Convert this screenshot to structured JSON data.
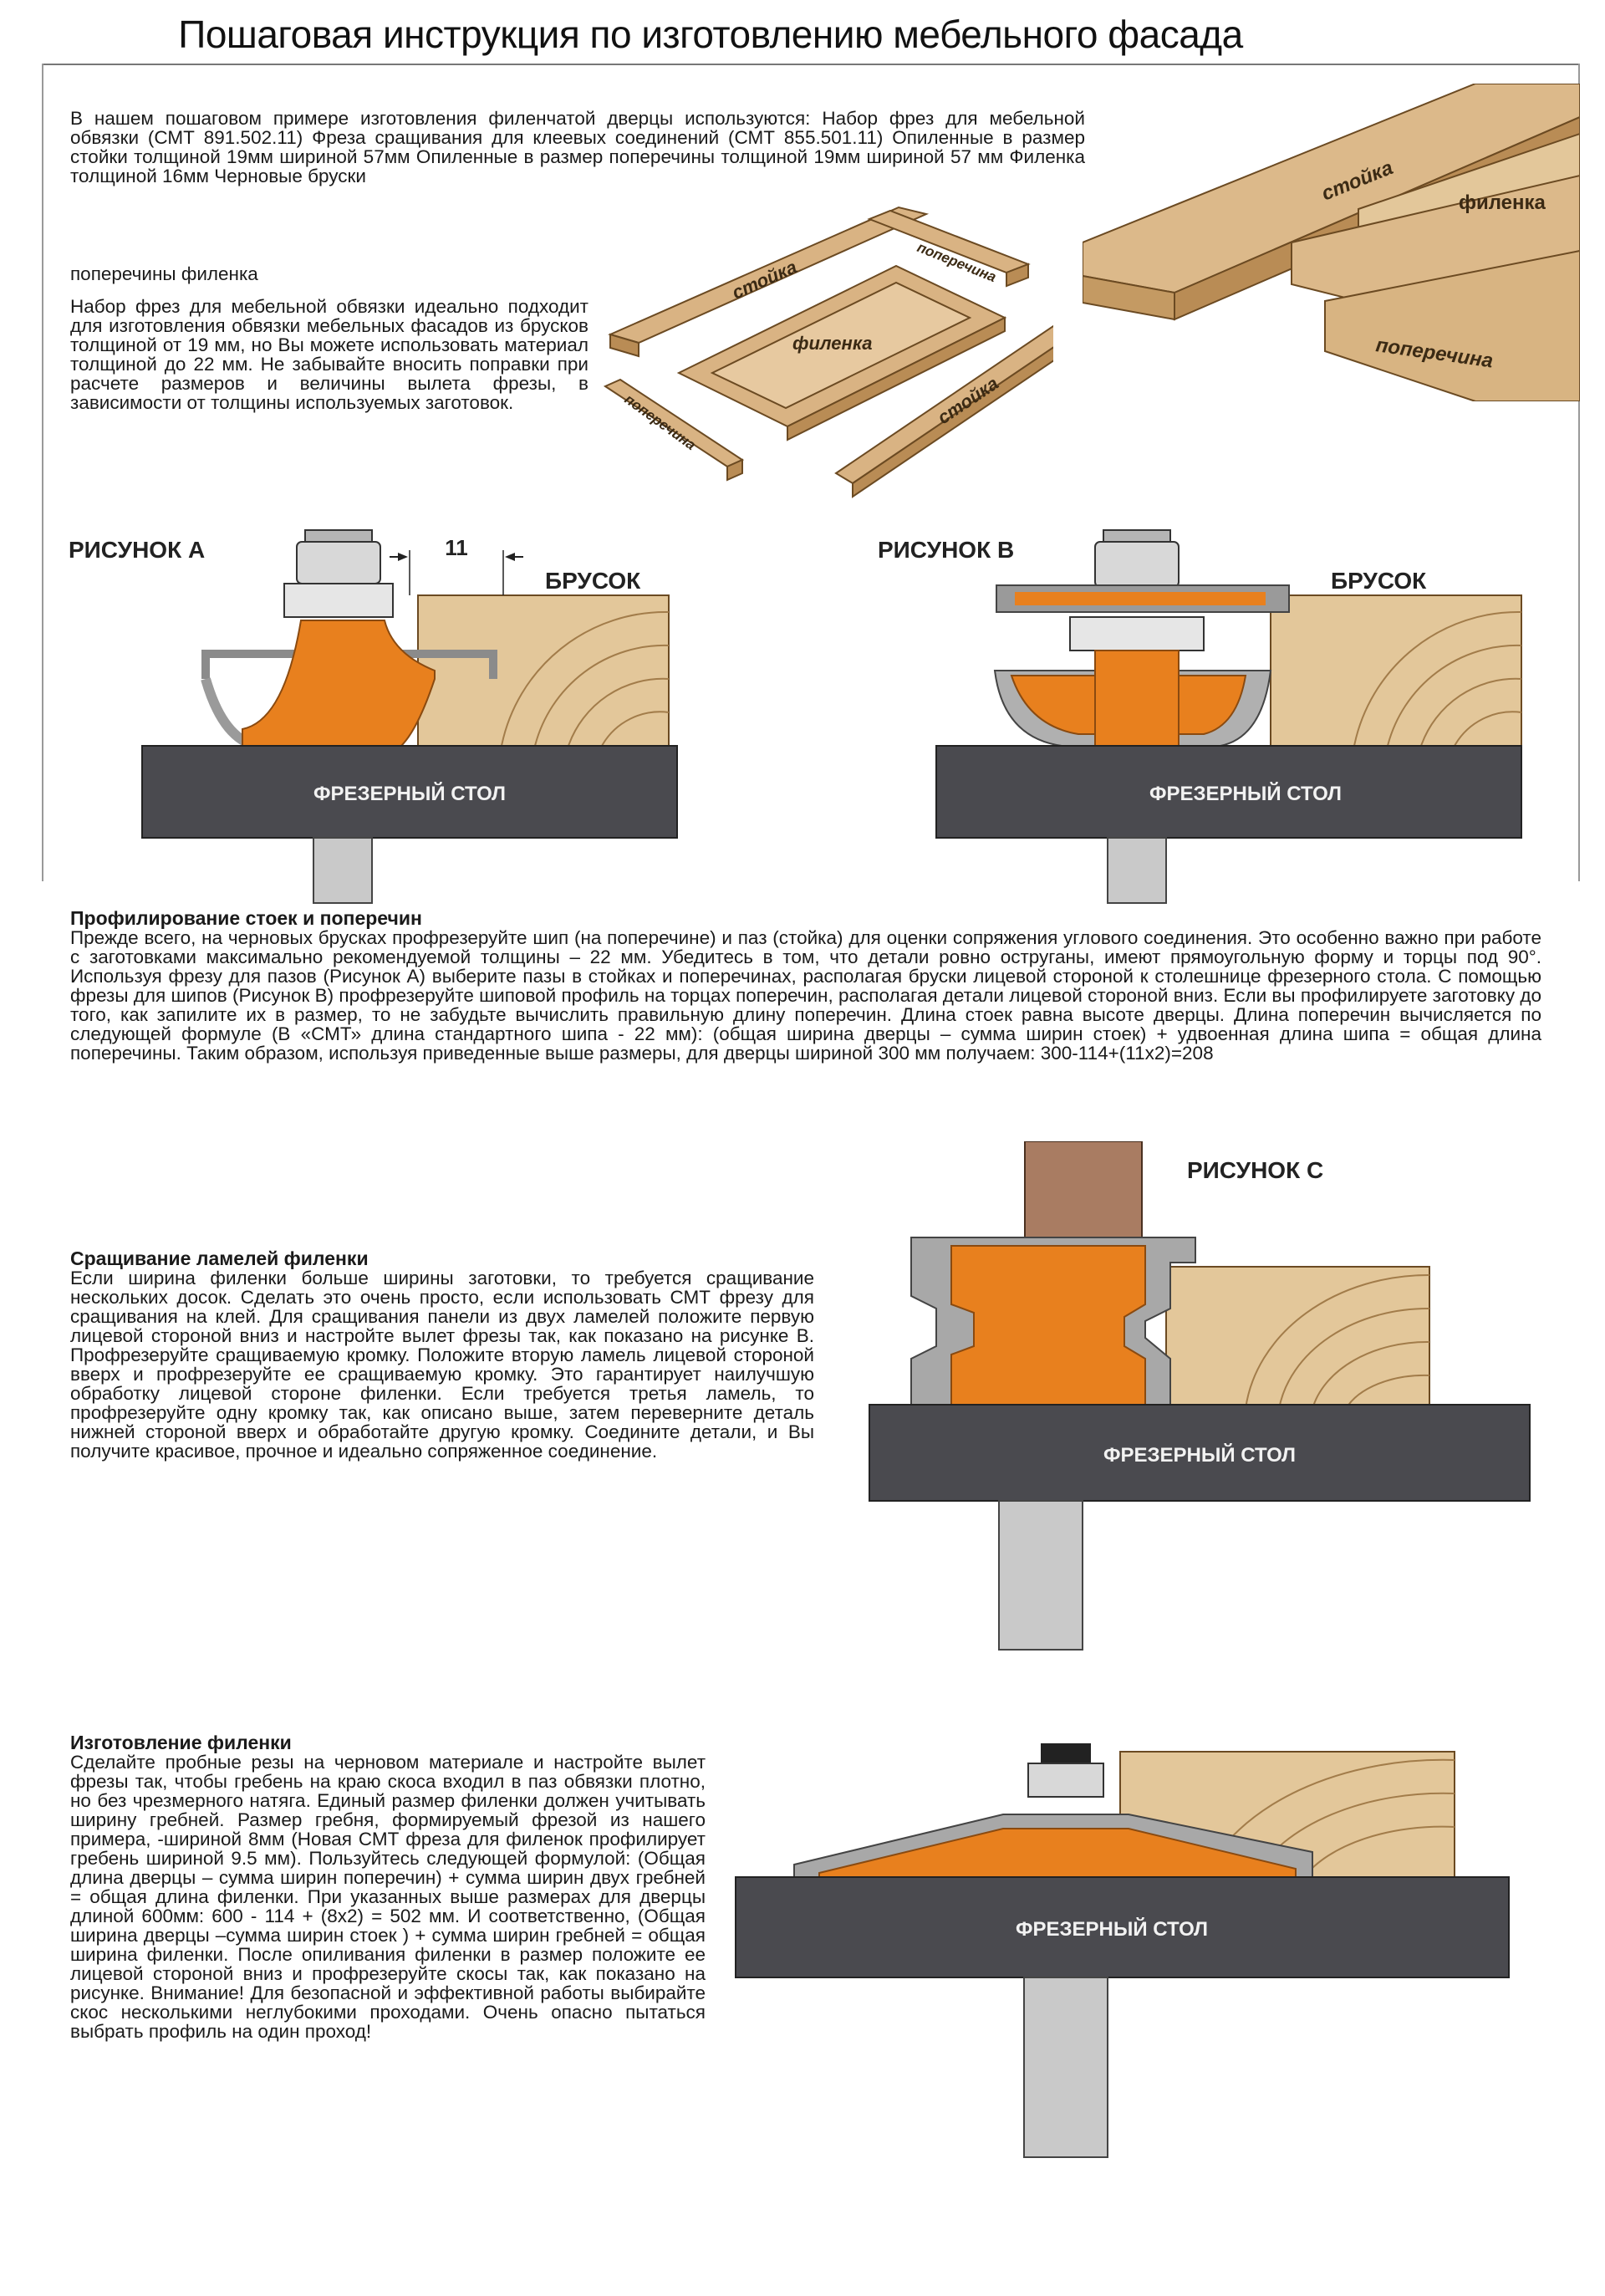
{
  "page": {
    "title": "Пошаговая инструкция по изготовлению мебельного фасада"
  },
  "intro": {
    "p1": "В нашем пошаговом примере изготовления филенчатой дверцы используются: Набор фрез для мебельной обвязки (СМТ 891.502.11) Фреза сращивания для клеевых соединений (СМТ 855.501.11) Опиленные в размер стойки толщиной 19мм шириной 57мм Опиленные в размер поперечины толщиной 19мм шириной 57 мм Филенка толщиной 16мм Черновые бруски",
    "p2": "поперечины филенка",
    "p3": "Набор фрез для мебельной обвязки идеально подходит для изготовления обвязки мебельных фасадов из брусков толщиной от 19 мм, но Вы можете использовать материал толщиной до 22 мм. Не забывайте вносить поправки при расчете размеров и величины вылета фрезы, в зависимости от толщины используемых заготовок."
  },
  "assembly": {
    "stoika_1": "стойка",
    "stoika_2": "стойка",
    "poperechina_1": "поперечина",
    "poperechina_2": "поперечина",
    "filenka": "филенка"
  },
  "detail": {
    "stoika": "стойка",
    "filenka": "филенка",
    "poperechina": "поперечина"
  },
  "figA": {
    "label": "РИСУНОК А",
    "dimension": "11",
    "brusok": "БРУСОК",
    "table": "ФРЕЗЕРНЫЙ СТОЛ"
  },
  "figB": {
    "label": "РИСУНОК В",
    "brusok": "БРУСОК",
    "table": "ФРЕЗЕРНЫЙ СТОЛ"
  },
  "figC": {
    "label": "РИСУНОК С",
    "table": "ФРЕЗЕРНЫЙ СТОЛ"
  },
  "figD": {
    "table": "ФРЕЗЕРНЫЙ СТОЛ"
  },
  "section1": {
    "heading": "Профилирование стоек и поперечин",
    "body": "Прежде всего, на черновых брусках профрезеруйте шип (на поперечине) и паз (стойка) для оценки  сопряжения углового соединения. Это особенно важно при работе с заготовками максимально рекомендуемой толщины – 22 мм.  Убедитесь в том, что детали ровно оструганы, имеют   прямоугольную форму и торцы под 90°. Используя фрезу для пазов (Рисунок А) выберите пазы в стойках и поперечинах, располагая бруски лицевой стороной к столешнице фрезерного стола. С помощью фрезы для шипов (Рисунок В) профрезеруйте шиповой профиль на торцах поперечин, располагая детали лицевой стороной вниз. Если вы профилируете заготовку до того, как запилите их в размер, то не забудьте вычислить правильную длину поперечин. Длина стоек равна высоте дверцы. Длина поперечин вычисляется по следующей формуле (В «СМТ» длина стандартного шипа  - 22 мм): (общая ширина дверцы – сумма ширин стоек) + удвоенная длина шипа  = общая длина поперечины.  Таким образом, используя приведенные выше размеры, для дверцы шириной 300 мм получаем: 300-114+(11х2)=208"
  },
  "section2": {
    "heading": "Сращивание ламелей филенки",
    "body": "Если ширина филенки больше ширины заготовки, то требуется сращивание нескольких досок. Сделать это очень просто, если использовать СМТ фрезу для сращивания на клей. Для сращивания панели из двух ламелей положите первую лицевой стороной вниз и настройте вылет фрезы так,  как показано на рисунке В. Профрезеруйте сращиваемую кромку. Положите вторую ламель лицевой стороной вверх и профрезеруйте  ее сращиваемую кромку. Это гарантирует наилучшую обработку  лицевой стороне филенки. Если требуется третья ламель, то профрезеруйте одну кромку так, как описано выше, затем переверните деталь нижней стороной вверх и обработайте другую кромку.  Соедините детали, и Вы получите красивое, прочное и идеально сопряженное  соединение."
  },
  "section3": {
    "heading": "Изготовление филенки",
    "body": "Сделайте пробные резы на   черновом материале и настройте вылет фрезы так, чтобы гребень на краю скоса входил в паз обвязки плотно, но без чрезмерного натяга. Единый размер филенки должен учитывать ширину гребней. Размер гребня, формируемый фрезой из нашего примера, -шириной 8мм (Новая СМТ фреза для филенок профилирует гребень шириной  9.5 мм). Пользуйтесь следующей формулой: (Общая длина дверцы – сумма ширин поперечин) + сумма ширин двух гребней = общая длина филенки. При указанных выше размерах для дверцы длиной 600мм: 600 - 114 + (8х2) = 502 мм. И соответственно, (Общая ширина дверцы –сумма ширин стоек ) + сумма ширин гребней = общая ширина филенки. После опиливания филенки   в размер положите ее лицевой стороной вниз и профрезеруйте скосы так, как показано на рисунке. Внимание! Для безопасной и эффективной работы выбирайте скос несколькими неглубокими проходами. Очень опасно пытаться выбрать профиль на один проход!"
  },
  "colors": {
    "orange": "#E8801E",
    "table": "#4a4a4f",
    "wood": "#e3c79a",
    "grain": "#a27c4a",
    "steel": "#c9c9c9"
  }
}
